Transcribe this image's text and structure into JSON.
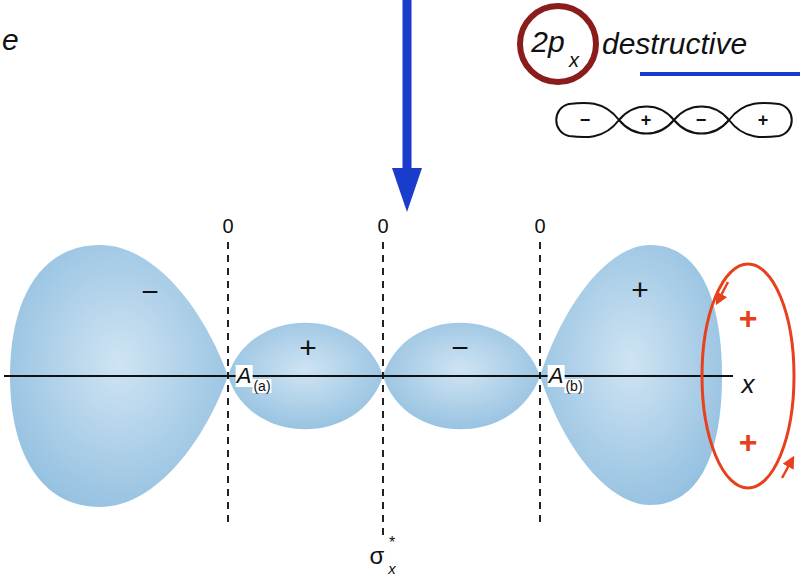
{
  "diagram": {
    "labels": [
      "e",
      "2p",
      "x",
      "destructive",
      "−",
      "+",
      "−",
      "+",
      "0",
      "0",
      "0",
      "−",
      "+",
      "−",
      "+",
      "A",
      "(a)",
      "A",
      "(b)",
      "x",
      "σ",
      "*",
      "x",
      "+",
      "+"
    ]
  }
}
